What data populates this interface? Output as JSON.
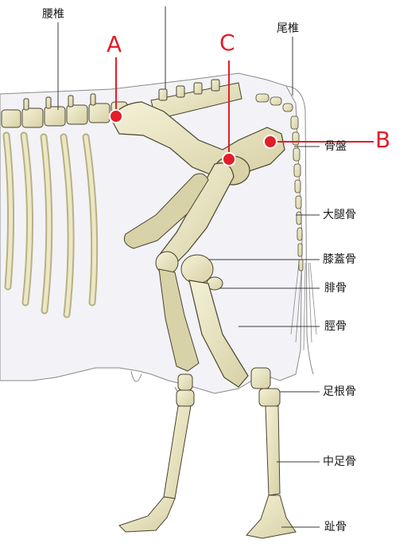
{
  "labels": {
    "lumbar": "腰椎",
    "caudal": "尾椎",
    "pelvis": "骨盤",
    "femur": "大腿骨",
    "patella": "膝蓋骨",
    "fibula": "腓骨",
    "tibia": "脛骨",
    "tarsal": "足根骨",
    "metatarsal": "中足骨",
    "phalanges": "趾骨"
  },
  "markers": {
    "a": "A",
    "b": "B",
    "c": "C"
  },
  "colors": {
    "bone": "#ece8c2",
    "bone_shade": "#b6b088",
    "outline": "#4a4430",
    "body": "#f3f2f6",
    "marker": "#e21e2a",
    "leader": "#3a3a3a"
  }
}
